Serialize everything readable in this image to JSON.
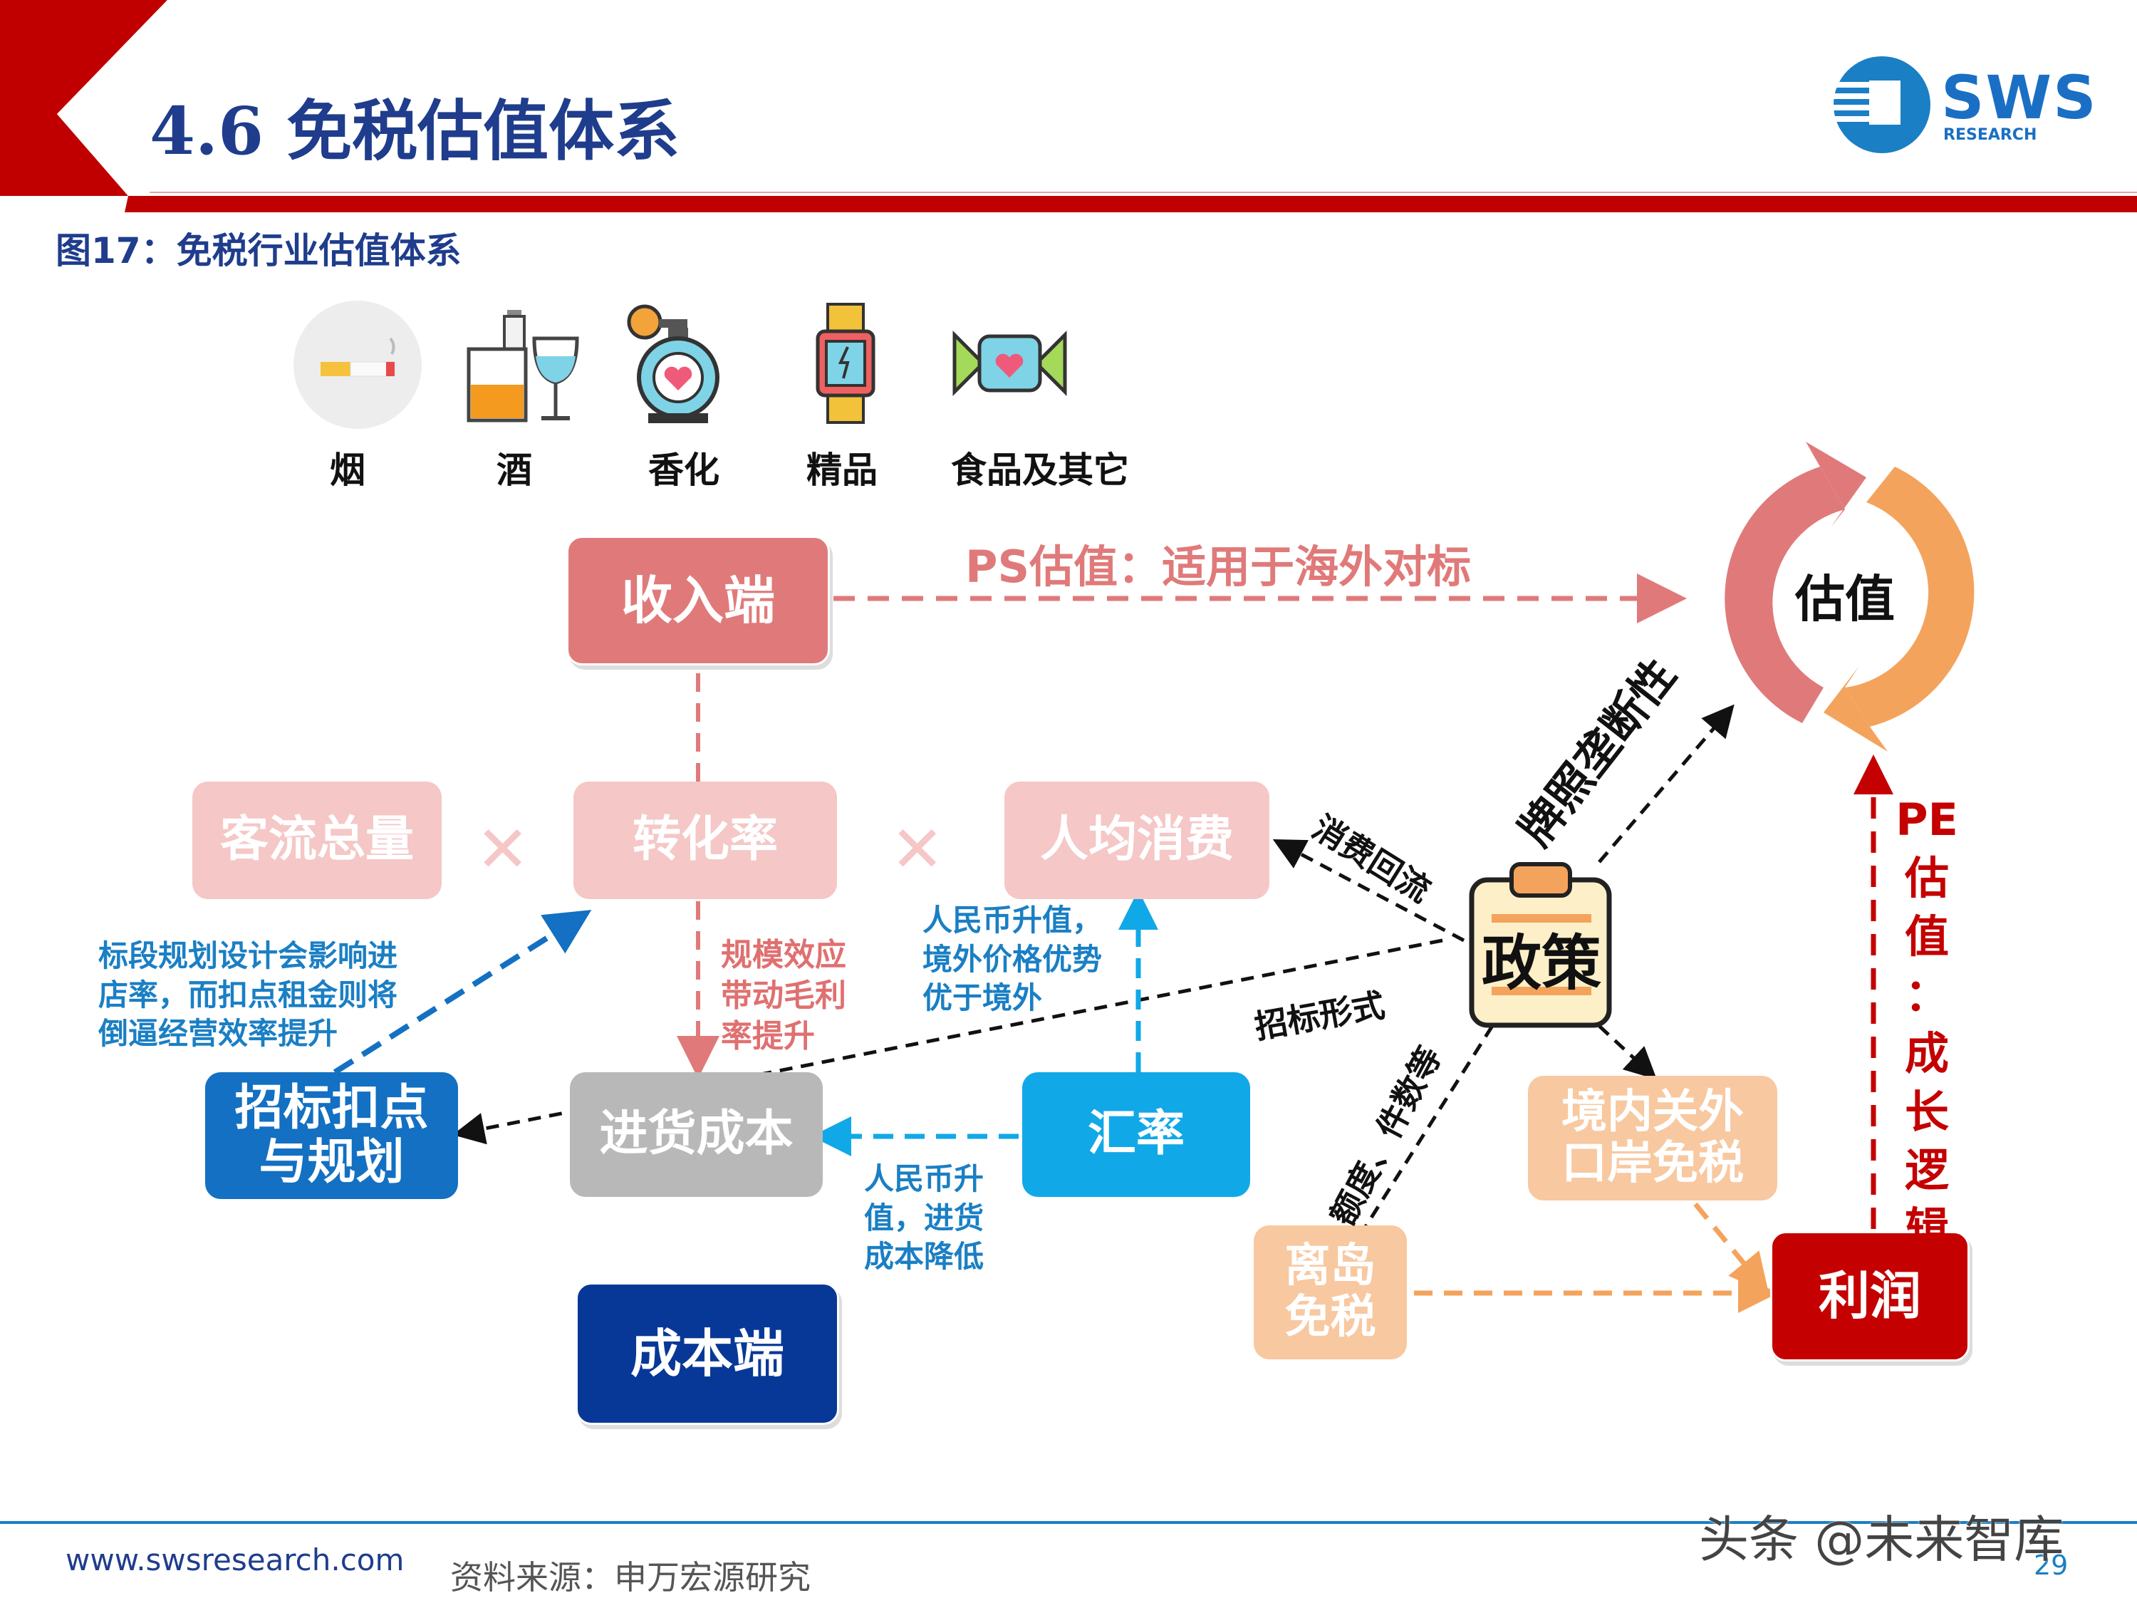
{
  "header": {
    "title": "4.6 免税估值体系",
    "logo_text": "SWS",
    "logo_sub": "RESEARCH"
  },
  "figure_title": "图17：免税行业估值体系",
  "categories": [
    "烟",
    "酒",
    "香化",
    "精品",
    "食品及其它"
  ],
  "nodes": {
    "revenue": "收入端",
    "traffic": "客流总量",
    "conversion": "转化率",
    "per_capita": "人均消费",
    "purchase_cost": "进货成本",
    "fx": "汇率",
    "bid": "招标扣点\n与规划",
    "cost_end": "成本端",
    "policy": "政策",
    "valuation": "估值",
    "domestic": "境内关外\n口岸免税",
    "island": "离岛\n免税",
    "profit": "利润"
  },
  "edge_labels": {
    "ps": "PS估值：适用于海外对标",
    "pe": [
      "PE",
      "估",
      "值",
      "：",
      "成",
      "长",
      "逻",
      "辑"
    ],
    "license": "牌照垄断性",
    "consumption_return": "消费回流",
    "bid_form": "招标形式",
    "quota": "额度、件数等",
    "scale_effect": "规模效应\n带动毛利\n率提升",
    "rmb_up_price": "人民币升值，\n境外价格优势\n优于境外",
    "rmb_up_cost": "人民币升\n值，进货\n成本降低",
    "bid_note": "标段规划设计会影响进\n店率，而扣点租金则将\n倒逼经营效率提升"
  },
  "multiply_sign": "✕",
  "footer": {
    "website": "www.swsresearch.com",
    "source": "资料来源：申万宏源研究",
    "page": "29",
    "watermark": "头条 @未来智库"
  },
  "colors": {
    "brand_red": "#c00000",
    "title_blue": "#1f3d8c",
    "pink": "#e07a7a",
    "light_pink": "#f5c7c7",
    "gray": "#b8b8b8",
    "cyan": "#11a8e8",
    "dark_blue": "#083897",
    "mid_blue": "#1370c2",
    "orange": "#f4a35d",
    "light_orange": "#f8c8a0",
    "dark_red": "#c40000"
  }
}
